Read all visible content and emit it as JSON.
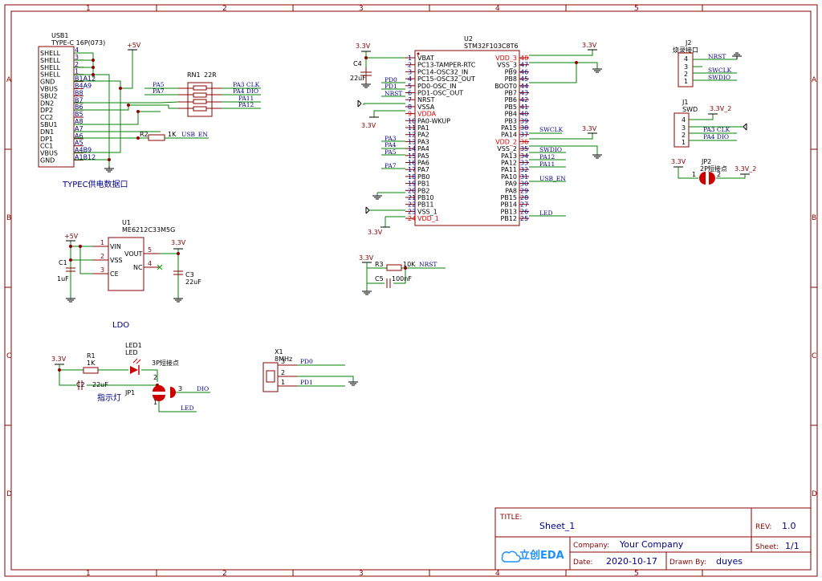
{
  "frame": {
    "col_labels": [
      "1",
      "2",
      "3",
      "4",
      "5"
    ],
    "row_labels": [
      "A",
      "B",
      "C",
      "D"
    ]
  },
  "title_block": {
    "title_label": "TITLE:",
    "title_value": "Sheet_1",
    "rev_label": "REV:",
    "rev_value": "1.0",
    "company_label": "Company:",
    "company_value": "Your Company",
    "sheet_label": "Sheet:",
    "sheet_value": "1/1",
    "date_label": "Date:",
    "date_value": "2020-10-17",
    "drawn_label": "Drawn By:",
    "drawn_value": "duyes",
    "logo_text": "立创EDA"
  },
  "usb": {
    "ref": "USB1",
    "part": "TYPE-C 16P(073)",
    "caption": "TYPEC供电数据口",
    "pin_names": [
      "SHELL",
      "SHELL",
      "SHELL",
      "SHELL",
      "GND",
      "VBUS",
      "SBU2",
      "DN2",
      "DP2",
      "CC2",
      "SBU1",
      "DN1",
      "DP1",
      "CC1",
      "VBUS",
      "GND"
    ],
    "pin_nums": [
      "4",
      "3",
      "2",
      "1",
      "B1A12",
      "B4A9",
      "B8",
      "B7",
      "B6",
      "B5",
      "A8",
      "A7",
      "A6",
      "A5",
      "A4B9",
      "A1B12"
    ],
    "vcc_label": "+5V"
  },
  "rn1": {
    "ref": "RN1",
    "value": "22R",
    "left_nets": [
      "PA5",
      "PA7"
    ],
    "right_nets": [
      "PA3 CLK",
      "PA4 DIO",
      "PA11",
      "PA12"
    ]
  },
  "r2": {
    "ref": "R2",
    "value": "1K",
    "net": "USB_EN"
  },
  "mcu": {
    "ref": "U2",
    "part": "STM32F103C8T6",
    "left_names": [
      "VBAT",
      "PC13-TAMPER-RTC",
      "PC14-OSC32_IN",
      "PC15-OSC32_OUT",
      "PD0-OSC_IN",
      "PD1-OSC_OUT",
      "NRST",
      "VSSA",
      "VDDA",
      "PA0-WKUP",
      "PA1",
      "PA2",
      "PA3",
      "PA4",
      "PA5",
      "PA6",
      "PA7",
      "PB0",
      "PB1",
      "PB2",
      "PB10",
      "PB11",
      "VSS_1",
      "VDD_1"
    ],
    "left_nums": [
      "1",
      "2",
      "3",
      "4",
      "5",
      "6",
      "7",
      "8",
      "9",
      "10",
      "11",
      "12",
      "13",
      "14",
      "15",
      "16",
      "17",
      "18",
      "19",
      "20",
      "21",
      "22",
      "23",
      "24"
    ],
    "right_names": [
      "VDD_3",
      "VSS_3",
      "PB9",
      "PB8",
      "BOOT0",
      "PB7",
      "PB6",
      "PB5",
      "PB4",
      "PB3",
      "PA15",
      "PA14",
      "VDD_2",
      "VSS_2",
      "PA13",
      "PA12",
      "PA11",
      "PA10",
      "PA9",
      "PA8",
      "PB15",
      "PB14",
      "PB13",
      "PB12"
    ],
    "right_nums": [
      "48",
      "47",
      "46",
      "45",
      "44",
      "43",
      "42",
      "41",
      "40",
      "39",
      "38",
      "37",
      "36",
      "35",
      "34",
      "33",
      "32",
      "31",
      "30",
      "29",
      "28",
      "27",
      "26",
      "25"
    ],
    "left_nets": {
      "PD0": "PD0",
      "PD1": "PD1",
      "NRST": "NRST",
      "PA3": "PA3",
      "PA4": "PA4",
      "PA5": "PA5",
      "PA7": "PA7"
    },
    "right_nets": {
      "SWCLK": "SWCLK",
      "SWDIO": "SWDIO",
      "PA12": "PA12",
      "PA11": "PA11",
      "USB_EN": "USB_EN",
      "LED": "LED"
    },
    "vcc_labels": [
      "3.3V",
      "3.3V",
      "3.3V",
      "3.3V",
      "3.3V"
    ]
  },
  "c4": {
    "ref": "C4",
    "value": "22uF"
  },
  "j2": {
    "ref": "J2",
    "desc": "烧录接口",
    "pins": [
      "4",
      "3",
      "2",
      "1"
    ],
    "nets": [
      "NRST",
      "SWCLK",
      "SWDIO"
    ]
  },
  "j1": {
    "ref": "J1",
    "desc": "SWD",
    "pins": [
      "4",
      "3",
      "2",
      "1"
    ],
    "nets": [
      "PA3 CLK",
      "PA4 DIO"
    ],
    "vcc": "3.3V_2"
  },
  "jp2": {
    "ref": "JP2",
    "desc": "2P短接点",
    "left": "3.3V",
    "right": "3.3V_2",
    "pin1": "1",
    "pin2": "2"
  },
  "r3": {
    "ref": "R3",
    "value": "10K",
    "net": "NRST",
    "vcc": "3.3V"
  },
  "c5": {
    "ref": "C5",
    "value": "100nF"
  },
  "ldo": {
    "ref": "U1",
    "part": "ME6212C33M5G",
    "caption": "LDO",
    "pins": [
      {
        "num": "1",
        "name": "VIN"
      },
      {
        "num": "2",
        "name": "VSS"
      },
      {
        "num": "3",
        "name": "CE"
      },
      {
        "num": "5",
        "name": "VOUT"
      },
      {
        "num": "4",
        "name": "NC"
      }
    ],
    "vin": "+5V",
    "vout": "3.3V",
    "c1": {
      "ref": "C1",
      "value": "1uF"
    },
    "c3": {
      "ref": "C3",
      "value": "22uF"
    }
  },
  "led": {
    "vcc": "3.3V",
    "r1": {
      "ref": "R1",
      "value": "1K"
    },
    "led1": {
      "ref": "LED1",
      "value": "LED"
    },
    "c2": {
      "ref": "C2",
      "value": "22uF"
    },
    "jp1": {
      "ref": "JP1",
      "desc": "3P短接点"
    },
    "caption": "指示灯",
    "pins": [
      "1",
      "2",
      "3"
    ],
    "nets": [
      "DIO",
      "LED"
    ]
  },
  "x1": {
    "ref": "X1",
    "value": "8MHz",
    "pins": [
      "3",
      "2",
      "1"
    ],
    "nets": [
      "PD0",
      "PD1"
    ]
  }
}
